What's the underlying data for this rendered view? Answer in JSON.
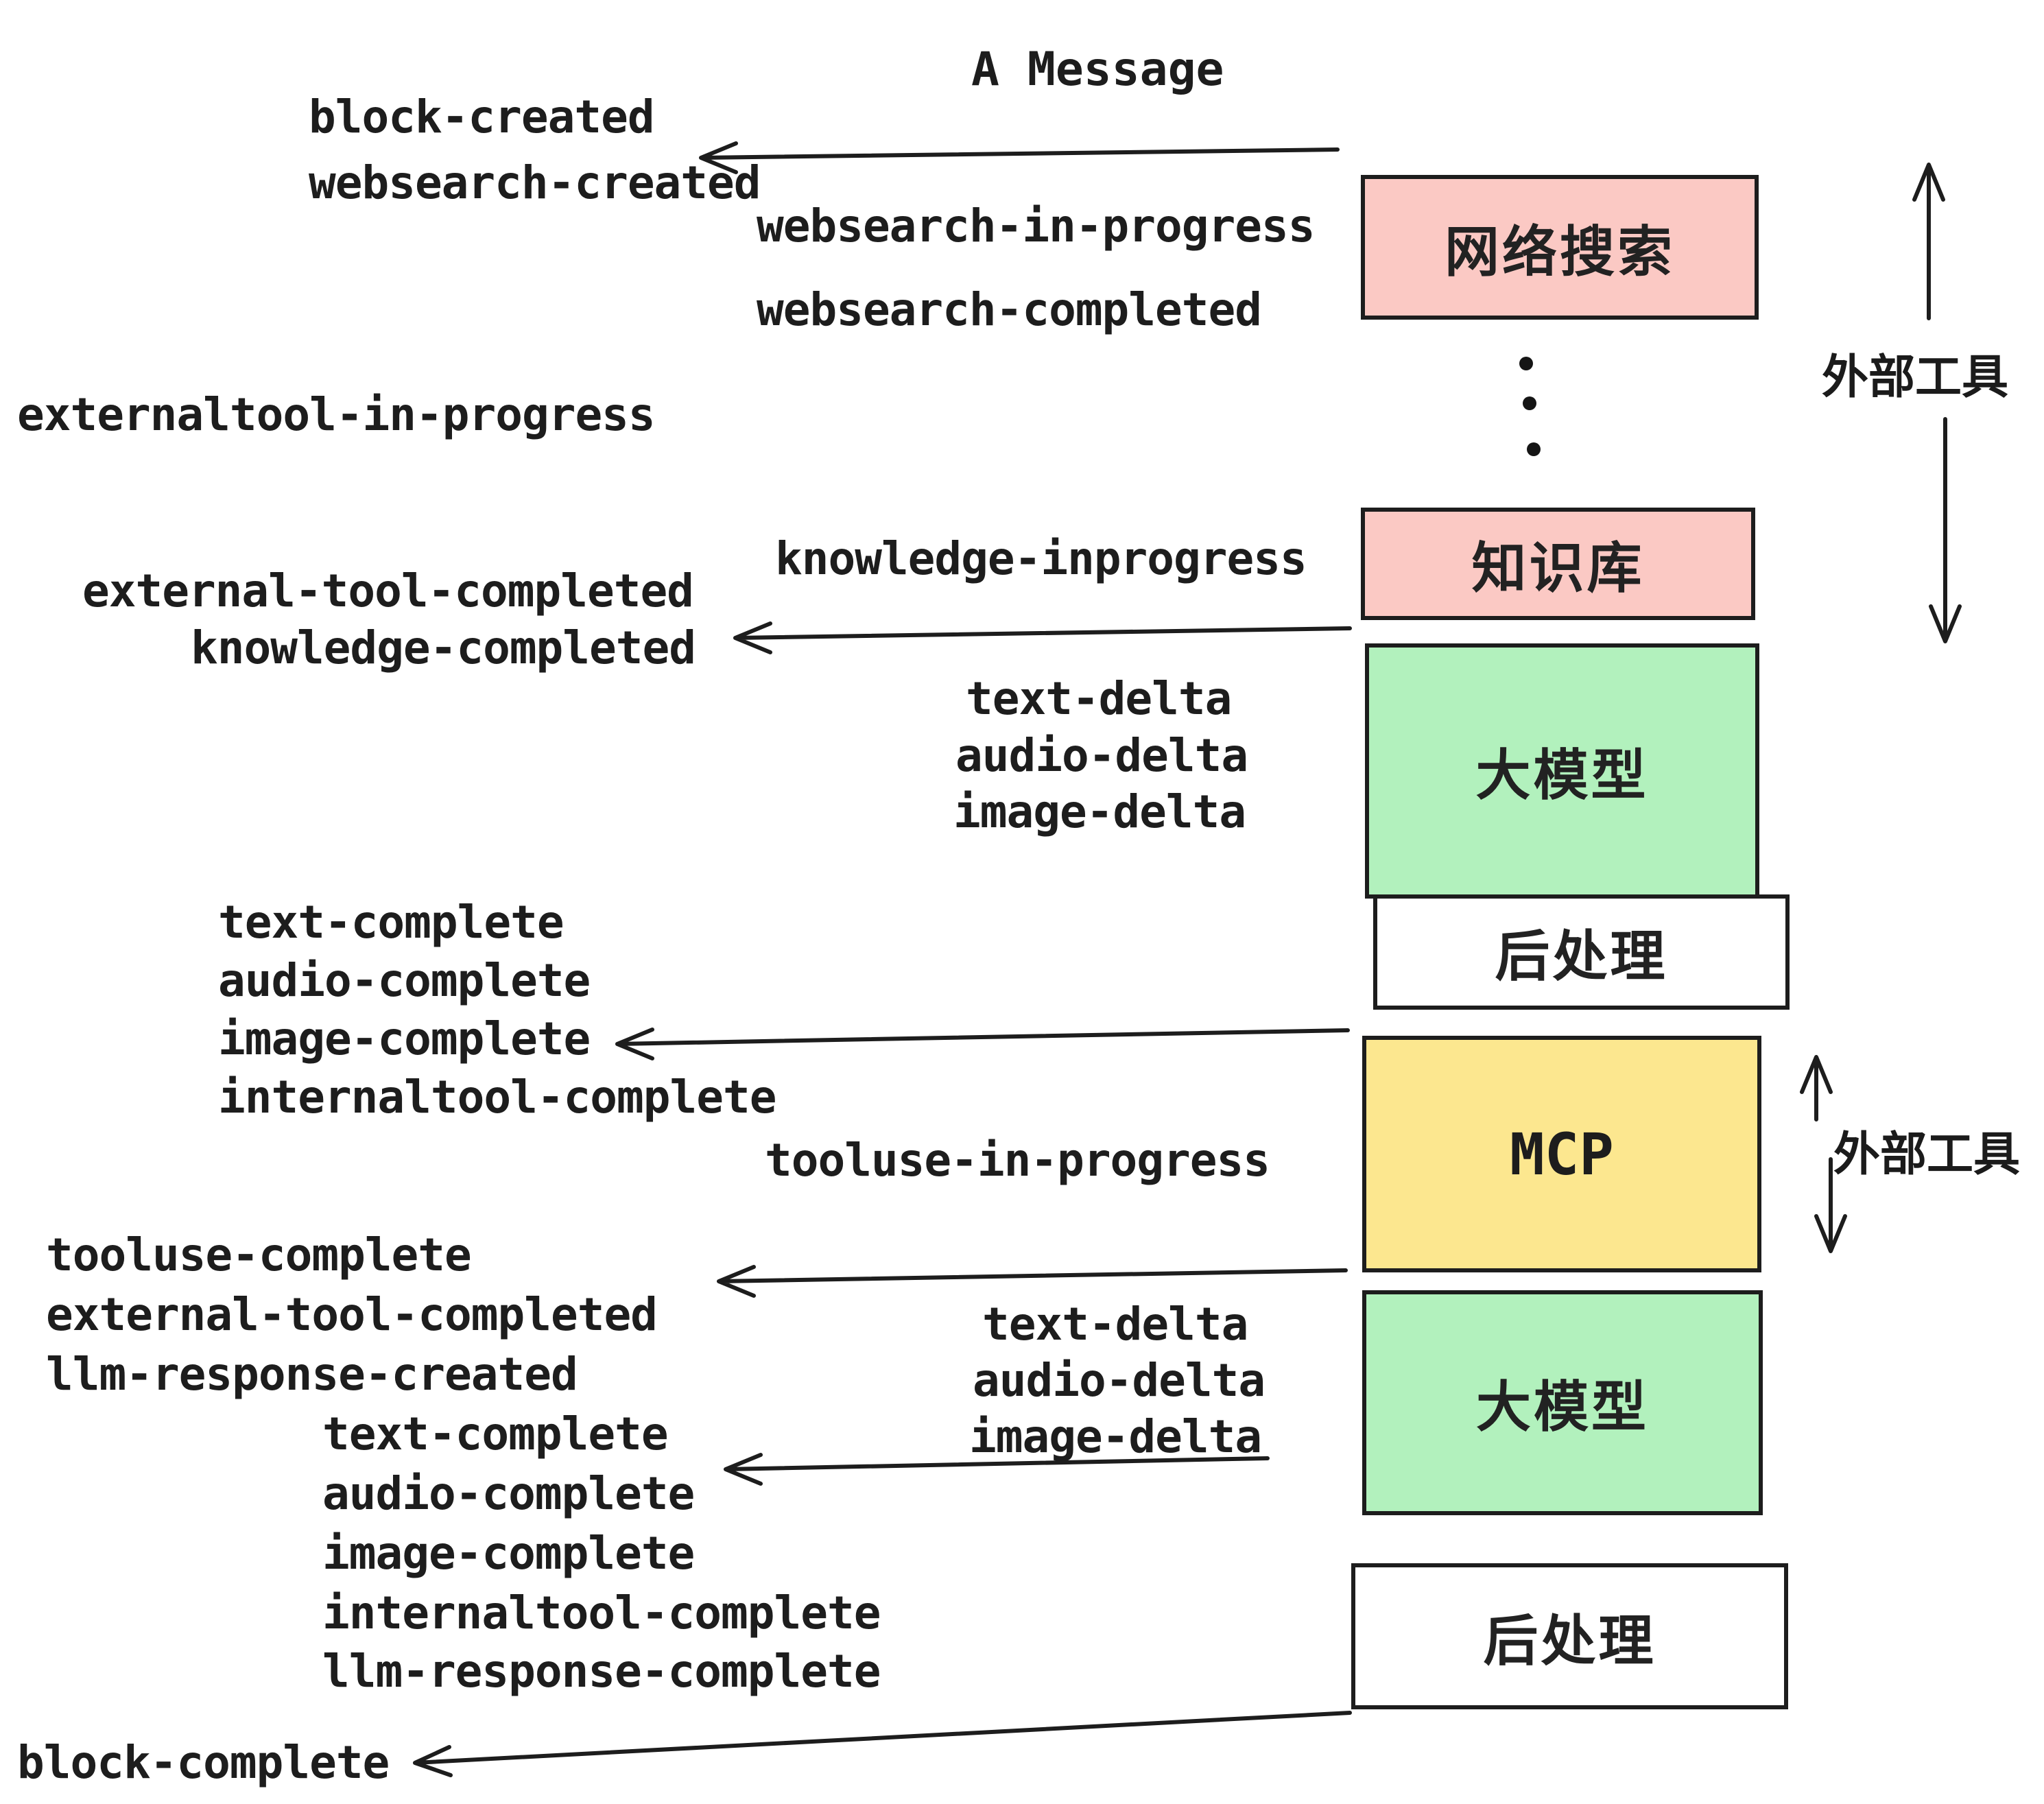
{
  "title": "A Message",
  "events": {
    "block_created": "block-created",
    "websearch_created": "websearch-created",
    "websearch_in_progress": "websearch-in-progress",
    "websearch_completed": "websearch-completed",
    "externaltool_in_progress": "externaltool-in-progress",
    "knowledge_inprogress": "knowledge-inprogress",
    "external_tool_completed": "external-tool-completed",
    "knowledge_completed": "knowledge-completed",
    "text_delta": "text-delta",
    "audio_delta": "audio-delta",
    "image_delta": "image-delta",
    "text_complete": "text-complete",
    "audio_complete": "audio-complete",
    "image_complete": "image-complete",
    "internaltool_complete": "internaltool-complete",
    "tooluse_in_progress": "tooluse-in-progress",
    "tooluse_complete": "tooluse-complete",
    "llm_response_created": "llm-response-created",
    "llm_response_complete": "llm-response-complete",
    "block_complete": "block-complete"
  },
  "boxes": {
    "websearch": "网络搜索",
    "knowledge": "知识库",
    "llm": "大模型",
    "postprocess": "后处理",
    "mcp": "MCP"
  },
  "annotations": {
    "external_tools": "外部工具"
  },
  "colors": {
    "pink": "#fbc9c4",
    "green": "#b2f1bd",
    "yellow": "#fce78f",
    "ink": "#1d1d1d"
  }
}
